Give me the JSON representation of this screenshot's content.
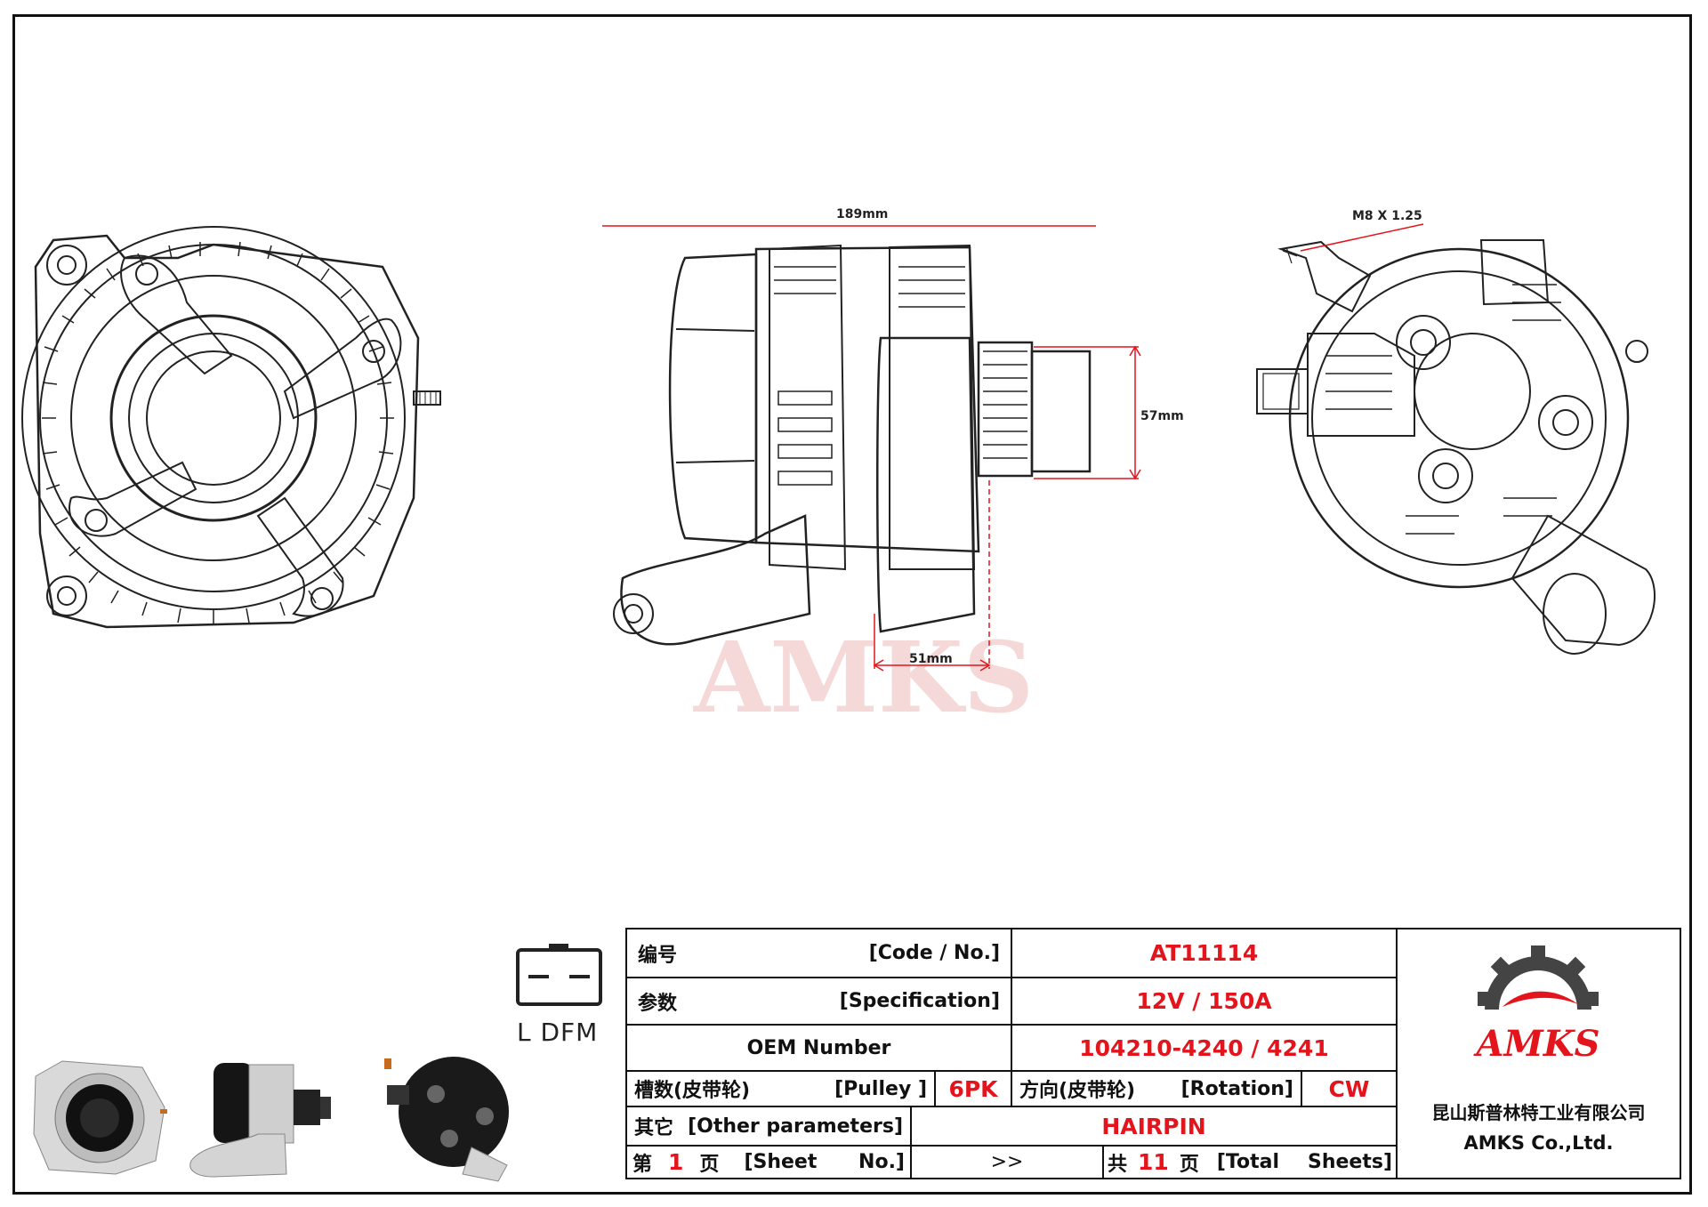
{
  "drawing": {
    "dim_length": "189mm",
    "dim_pulley_dia": "57mm",
    "dim_mount": "51mm",
    "dim_thread": "M8 X 1.25",
    "watermark": "AMKS"
  },
  "connector": {
    "label": "L DFM"
  },
  "title_block": {
    "code": {
      "cn": "编号",
      "en": "[Code / No.]",
      "value": "AT11114"
    },
    "spec": {
      "cn": "参数",
      "en": "[Specification]",
      "value": "12V / 150A"
    },
    "oem": {
      "label": "OEM Number",
      "value": "104210-4240 / 4241"
    },
    "pulley": {
      "cn": "槽数(皮带轮)",
      "en": "[Pulley ]",
      "value": "6PK"
    },
    "rotation": {
      "cn": "方向(皮带轮)",
      "en": "[Rotation]",
      "value": "CW"
    },
    "other": {
      "cn": "其它",
      "en": "[Other parameters]",
      "value": "HAIRPIN"
    },
    "sheet": {
      "prefix": "第",
      "no": "1",
      "unit": "页",
      "en": "[Sheet",
      "en2": "No.]",
      "arrow": ">>",
      "total_prefix": "共",
      "total": "11",
      "total_unit": "页",
      "total_en": "[Total",
      "total_en2": "Sheets]"
    },
    "logo_text": "AMKS",
    "company_cn": "昆山斯普林特工业有限公司",
    "company_en": "AMKS Co.,Ltd."
  },
  "colors": {
    "accent_red": "#e3141b",
    "line": "#111111"
  }
}
